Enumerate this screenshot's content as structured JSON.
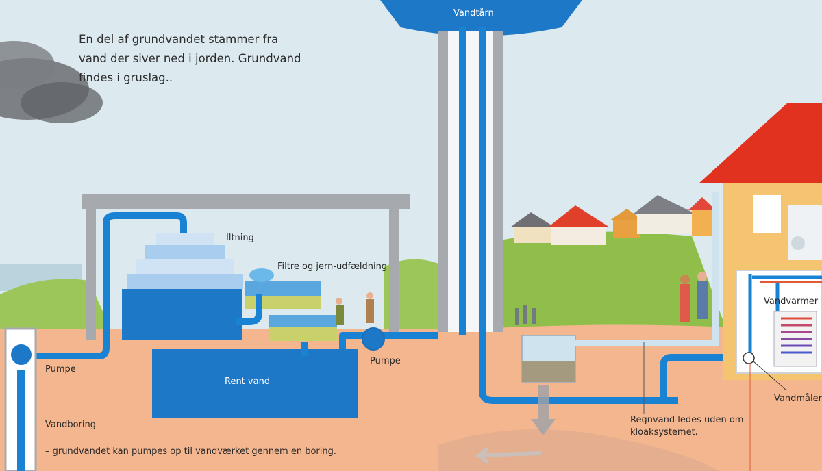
{
  "intro_text": {
    "line1": "En del af grundvandet stammer fra",
    "line2": "vand der siver ned i jorden. Grundvand",
    "line3": "findes i gruslag.."
  },
  "labels": {
    "water_tower": "Vandtårn",
    "aeration": "Iltning",
    "filters": "Filtre og jern-udfældning",
    "clean_water": "Rent vand",
    "pump_left": "Pumpe",
    "pump_right": "Pumpe",
    "well": "Vandboring",
    "well_note": "– grundvandet kan pumpes op til vandværket gennem en boring.",
    "water_heater": "Vandvarmer",
    "water_meter": "Vandmåler",
    "rainwater_line1": "Regnvand ledes uden om",
    "rainwater_line2": "kloaksystemet."
  },
  "colors": {
    "water_blue": "#1e78c8",
    "pipe_blue": "#1a82d2",
    "ground": "#f4b68e",
    "sky": "#dbe9ef",
    "grass": "#8fbf4a",
    "roof_red": "#e0321e",
    "house_yellow": "#f4c470",
    "concrete": "#a6a9ad"
  }
}
